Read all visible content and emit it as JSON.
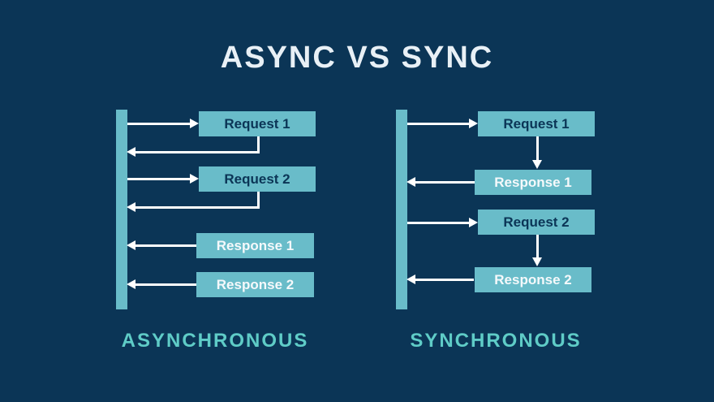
{
  "title": "ASYNC VS SYNC",
  "colors": {
    "background": "#0B3556",
    "teal": "#69BCC9",
    "arrow": "#FFFFFF",
    "request_text": "#0B3556",
    "response_text": "#F5F9FB",
    "caption_text": "#5FCCC7",
    "title_text": "#E8F0F6"
  },
  "async_panel": {
    "caption": "ASYNCHRONOUS",
    "boxes": [
      {
        "label": "Request 1",
        "style": "request"
      },
      {
        "label": "Request 2",
        "style": "request"
      },
      {
        "label": "Response 1",
        "style": "response"
      },
      {
        "label": "Response 2",
        "style": "response"
      }
    ],
    "arrows": [
      "client bar → Request 1",
      "Request 1 ↳ returns left to client bar",
      "client bar → Request 2",
      "Request 2 ↳ returns left to client bar",
      "Response 1 → client bar",
      "Response 2 → client bar"
    ]
  },
  "sync_panel": {
    "caption": "SYNCHRONOUS",
    "boxes": [
      {
        "label": "Request 1",
        "style": "request"
      },
      {
        "label": "Response 1",
        "style": "response"
      },
      {
        "label": "Request 2",
        "style": "request"
      },
      {
        "label": "Response 2",
        "style": "response"
      }
    ],
    "arrows": [
      "client bar → Request 1",
      "Request 1 ↓ Response 1",
      "Response 1 → client bar",
      "client bar → Request 2",
      "Request 2 ↓ Response 2",
      "Response 2 → client bar"
    ]
  }
}
